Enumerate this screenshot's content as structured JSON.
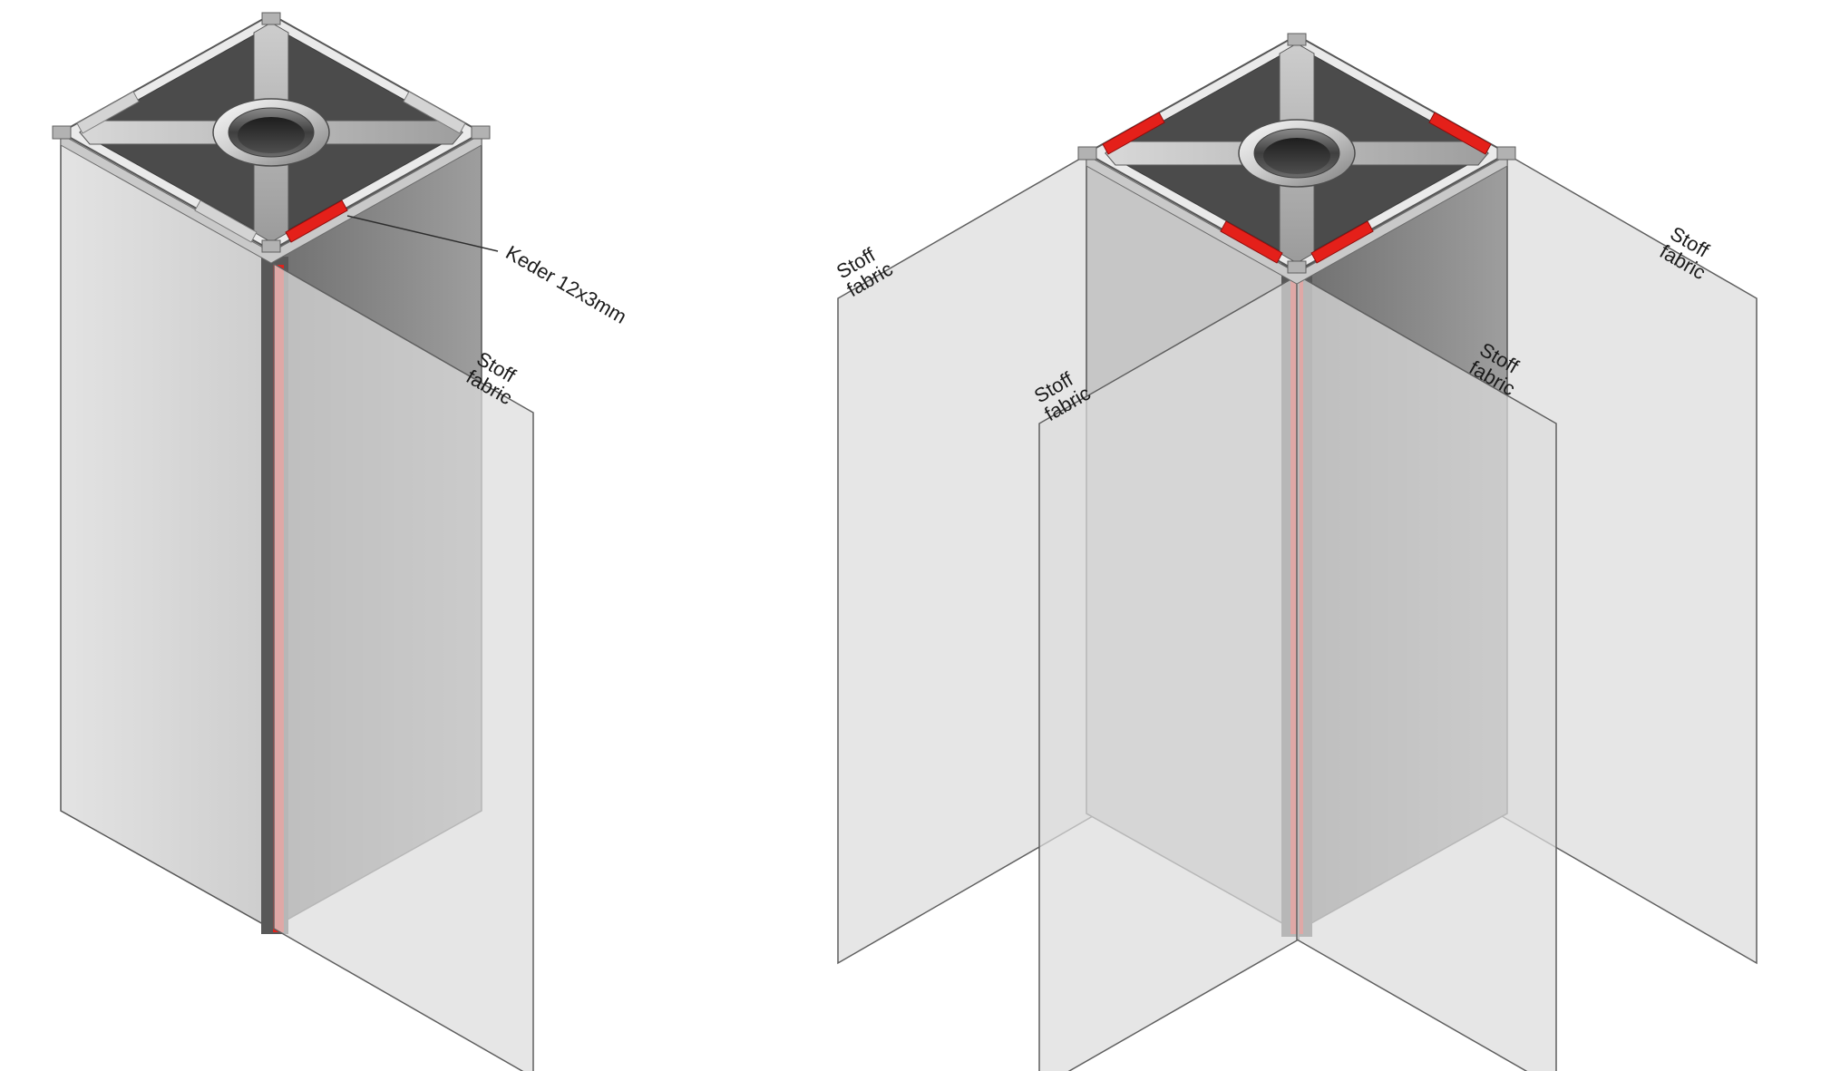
{
  "diagram": {
    "description": "isometric-extrusion-profile-with-fabric-keder",
    "keder_color": "#e4201a",
    "fabric_color": "#dcdcdc",
    "left_assembly": {
      "keder_callout": "Keder 12x3mm",
      "fabric_label": {
        "line1": "Stoff",
        "line2": "fabric"
      }
    },
    "right_assembly": {
      "fabric_labels": {
        "back_left": {
          "line1": "Stoff",
          "line2": "fabric"
        },
        "front_left": {
          "line1": "Stoff",
          "line2": "fabric"
        },
        "front_right": {
          "line1": "Stoff",
          "line2": "fabric"
        },
        "back_right": {
          "line1": "Stoff",
          "line2": "fabric"
        }
      }
    }
  }
}
